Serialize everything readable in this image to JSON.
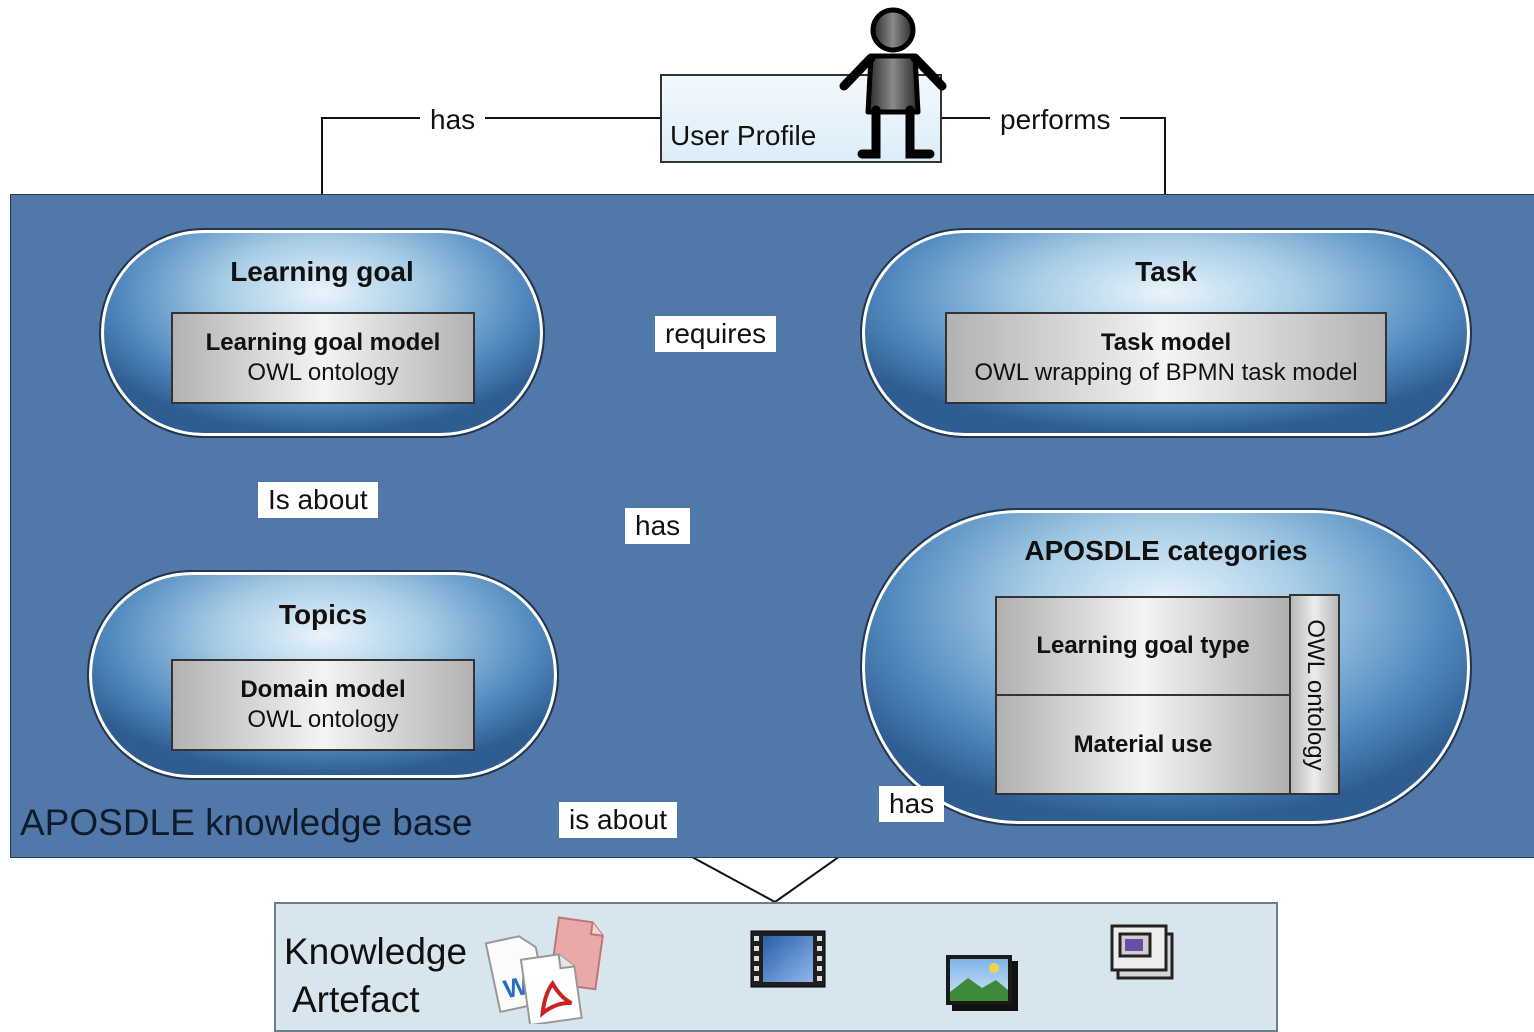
{
  "user_profile": {
    "label": "User Profile",
    "icon": "person-icon"
  },
  "knowledge_base": {
    "label": "APOSDLE knowledge base",
    "color": "#5079a9"
  },
  "learning_goal": {
    "title": "Learning goal",
    "model_name": "Learning goal model",
    "model_type": "OWL ontology"
  },
  "task": {
    "title": "Task",
    "model_name": "Task model",
    "model_type": "OWL wrapping of BPMN task model"
  },
  "topics": {
    "title": "Topics",
    "model_name": "Domain model",
    "model_type": "OWL ontology"
  },
  "categories": {
    "title": "APOSDLE categories",
    "items": [
      "Learning goal type",
      "Material use"
    ],
    "side_label": "OWL ontology"
  },
  "knowledge_artefact": {
    "label_line1": "Knowledge",
    "label_line2": "Artefact",
    "icons": [
      "documents-icon",
      "video-film-icon",
      "images-icon",
      "window-screens-icon"
    ]
  },
  "edges": {
    "user_has": "has",
    "user_performs": "performs",
    "task_requires": "requires",
    "goal_is_about": "Is about",
    "goal_has": "has",
    "artefact_is_about": "is about",
    "artefact_has": "has"
  }
}
